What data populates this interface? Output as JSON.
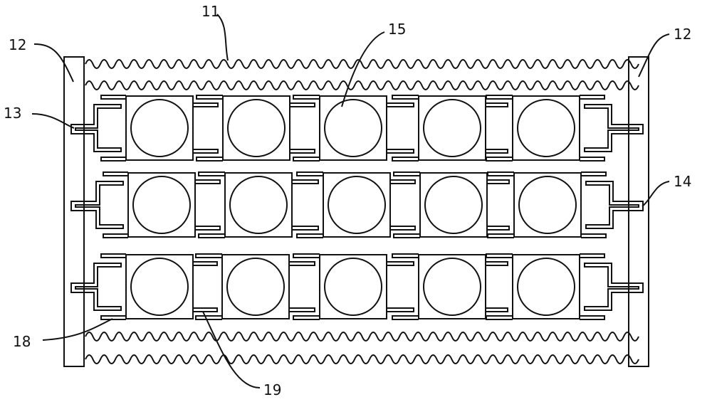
{
  "labels": {
    "l11": "11",
    "l12a": "12",
    "l12b": "12",
    "l13": "13",
    "l14": "14",
    "l15": "15",
    "l18": "18",
    "l19": "19"
  },
  "structure": {
    "rows": 3,
    "units_per_row": 5
  }
}
